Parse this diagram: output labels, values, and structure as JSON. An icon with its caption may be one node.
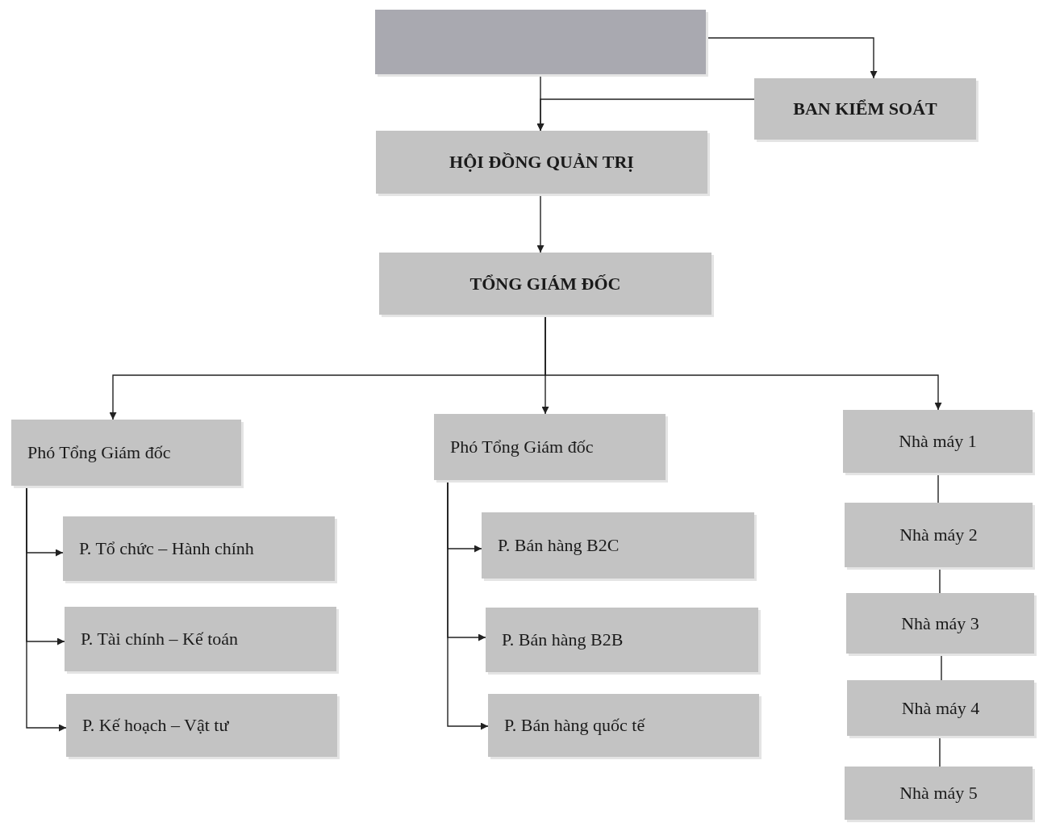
{
  "diagram": {
    "nodes": [
      {
        "text": [],
        "shape": "box"
      },
      {
        "text": [
          "BAN KIỂM SOÁT"
        ]
      },
      {
        "text": [
          "HỘI ĐỒNG QUẢN TRỊ"
        ]
      },
      {
        "text": [
          "TỔNG GIÁM ĐỐC"
        ]
      },
      {
        "text": [
          "Phó Tổng Giám đốc"
        ]
      },
      {
        "text": [
          "Phó Tổng Giám đốc"
        ]
      },
      {
        "text": [
          "Nhà máy 1"
        ]
      },
      {
        "text": [
          "P. Tổ chức – Hành chính"
        ]
      },
      {
        "text": [
          "P. Tài chính – Kế toán"
        ]
      },
      {
        "text": [
          "P. Kế hoạch – Vật tư"
        ]
      },
      {
        "text": [
          "P. Bán hàng B2C"
        ]
      },
      {
        "text": [
          "P. Bán hàng B2B"
        ]
      },
      {
        "text": [
          "P. Bán hàng quốc tế"
        ]
      },
      {
        "text": [
          "Nhà máy 2"
        ]
      },
      {
        "text": [
          "Nhà máy 3"
        ]
      },
      {
        "text": [
          "Nhà máy 4"
        ]
      },
      {
        "text": [
          "Nhà máy 5"
        ]
      }
    ],
    "edges": [
      {
        "from": 0,
        "to": 1,
        "arrow": "to"
      },
      {
        "from": 0,
        "to": 2,
        "arrow": "to"
      },
      {
        "from": 1,
        "to": 2,
        "arrow": "to"
      },
      {
        "from": 2,
        "to": 3,
        "arrow": "to"
      },
      {
        "from": 3,
        "to": 4,
        "arrow": "to"
      },
      {
        "from": 3,
        "to": 5,
        "arrow": "to"
      },
      {
        "from": 3,
        "to": 6,
        "arrow": "to"
      },
      {
        "from": 4,
        "to": 7,
        "arrow": "to"
      },
      {
        "from": 4,
        "to": 8,
        "arrow": "to"
      },
      {
        "from": 4,
        "to": 9,
        "arrow": "to"
      },
      {
        "from": 5,
        "to": 10,
        "arrow": "to"
      },
      {
        "from": 5,
        "to": 11,
        "arrow": "to"
      },
      {
        "from": 5,
        "to": 12,
        "arrow": "to"
      },
      {
        "from": 6,
        "to": 13,
        "arrow": "none"
      },
      {
        "from": 13,
        "to": 14,
        "arrow": "none"
      },
      {
        "from": 14,
        "to": 15,
        "arrow": "none"
      },
      {
        "from": 15,
        "to": 16,
        "arrow": "none"
      }
    ]
  }
}
